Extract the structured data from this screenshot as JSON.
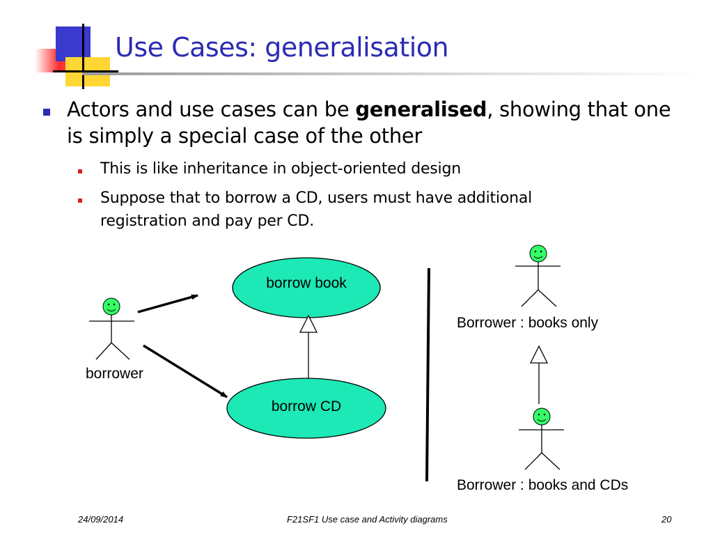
{
  "slide": {
    "title": "Use Cases: generalisation",
    "bullet_main": {
      "pre": "Actors and use cases can be ",
      "bold": "generalised",
      "post": ", showing that one is simply a special case of the other"
    },
    "sub_bullets": [
      "This is like inheritance in object-oriented design",
      "Suppose that to borrow a CD, users must have additional registration and pay per CD."
    ]
  },
  "diagram": {
    "actor_borrower": "borrower",
    "use_case_borrow_book": "borrow book",
    "use_case_borrow_cd": "borrow CD",
    "actor_books_only": "Borrower : books only",
    "actor_books_and_cds": "Borrower : books and CDs"
  },
  "footer": {
    "date": "24/09/2014",
    "course": "F21SF1 Use case and Activity diagrams",
    "page": "20"
  },
  "colors": {
    "title": "#2b2bb5",
    "use_case_fill": "#1de9b6",
    "actor_head_fill": "#33ff66",
    "bullet_l1": "#2b2bb5",
    "bullet_l2": "#e02020"
  }
}
